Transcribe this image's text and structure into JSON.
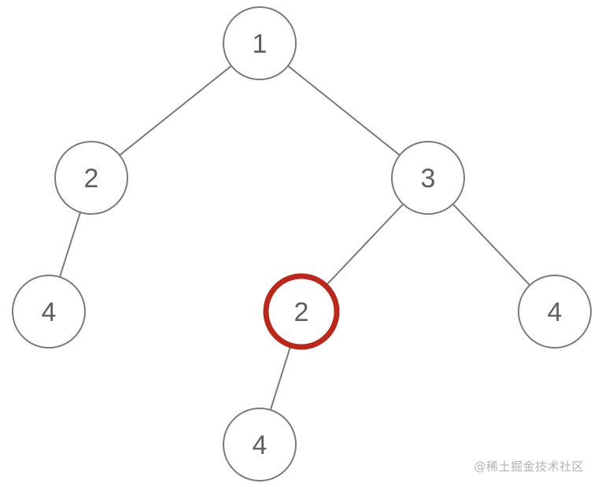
{
  "colors": {
    "edge": "#7a7a7a",
    "node_border": "#7a7a7a",
    "highlight": "#b8281c",
    "label": "#5f5f5f"
  },
  "nodes": [
    {
      "id": "n1",
      "label": "1",
      "highlighted": false
    },
    {
      "id": "n2",
      "label": "2",
      "highlighted": false
    },
    {
      "id": "n3",
      "label": "3",
      "highlighted": false
    },
    {
      "id": "n4a",
      "label": "4",
      "highlighted": false
    },
    {
      "id": "n2b",
      "label": "2",
      "highlighted": true
    },
    {
      "id": "n4b",
      "label": "4",
      "highlighted": false
    },
    {
      "id": "n4c",
      "label": "4",
      "highlighted": false
    }
  ],
  "edges": [
    [
      "n1",
      "n2"
    ],
    [
      "n1",
      "n3"
    ],
    [
      "n2",
      "n4a"
    ],
    [
      "n3",
      "n2b"
    ],
    [
      "n3",
      "n4b"
    ],
    [
      "n2b",
      "n4c"
    ]
  ],
  "watermark": "@稀土掘金技术社区"
}
